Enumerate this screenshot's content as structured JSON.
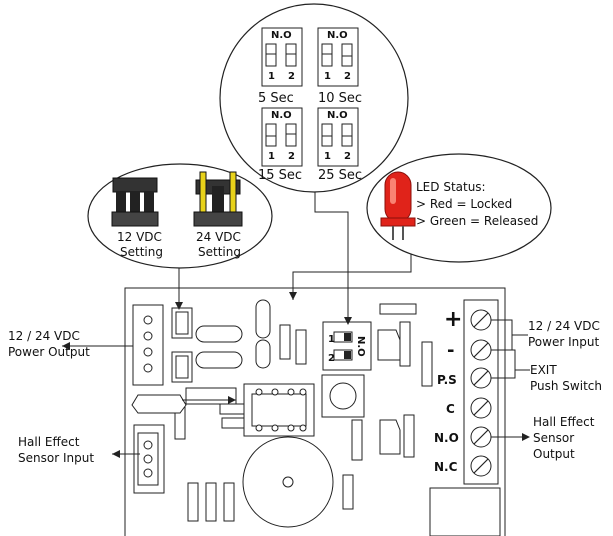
{
  "dip_panel": {
    "header": "N.O",
    "pin1": "1",
    "pin2": "2",
    "settings": [
      {
        "label": "5 Sec"
      },
      {
        "label": "10 Sec"
      },
      {
        "label": "15 Sec"
      },
      {
        "label": "25 Sec"
      }
    ]
  },
  "jumper_panel": {
    "left_line1": "12 VDC",
    "left_line2": "Setting",
    "right_line1": "24 VDC",
    "right_line2": "Setting",
    "jumper_color": "#e8d21a"
  },
  "led_panel": {
    "title": "LED Status:",
    "line1": "> Red = Locked",
    "line2": "> Green = Released",
    "led_color": "#e0231a"
  },
  "left_labels": {
    "power_output_1": "12 / 24 VDC",
    "power_output_2": "Power Output",
    "hall_input_1": "Hall Effect",
    "hall_input_2": "Sensor Input"
  },
  "right_labels": {
    "power_input_1": "12 / 24 VDC",
    "power_input_2": "Power Input",
    "exit_1": "EXIT",
    "exit_2": "Push Switch",
    "hall_out_1": "Hall Effect",
    "hall_out_2": "Sensor",
    "hall_out_3": "Output"
  },
  "terminals": [
    "+",
    "-",
    "P.S",
    "C",
    "N.O",
    "N.C"
  ],
  "board_switch": {
    "header": "N.O",
    "pin1": "1",
    "pin2": "2"
  }
}
